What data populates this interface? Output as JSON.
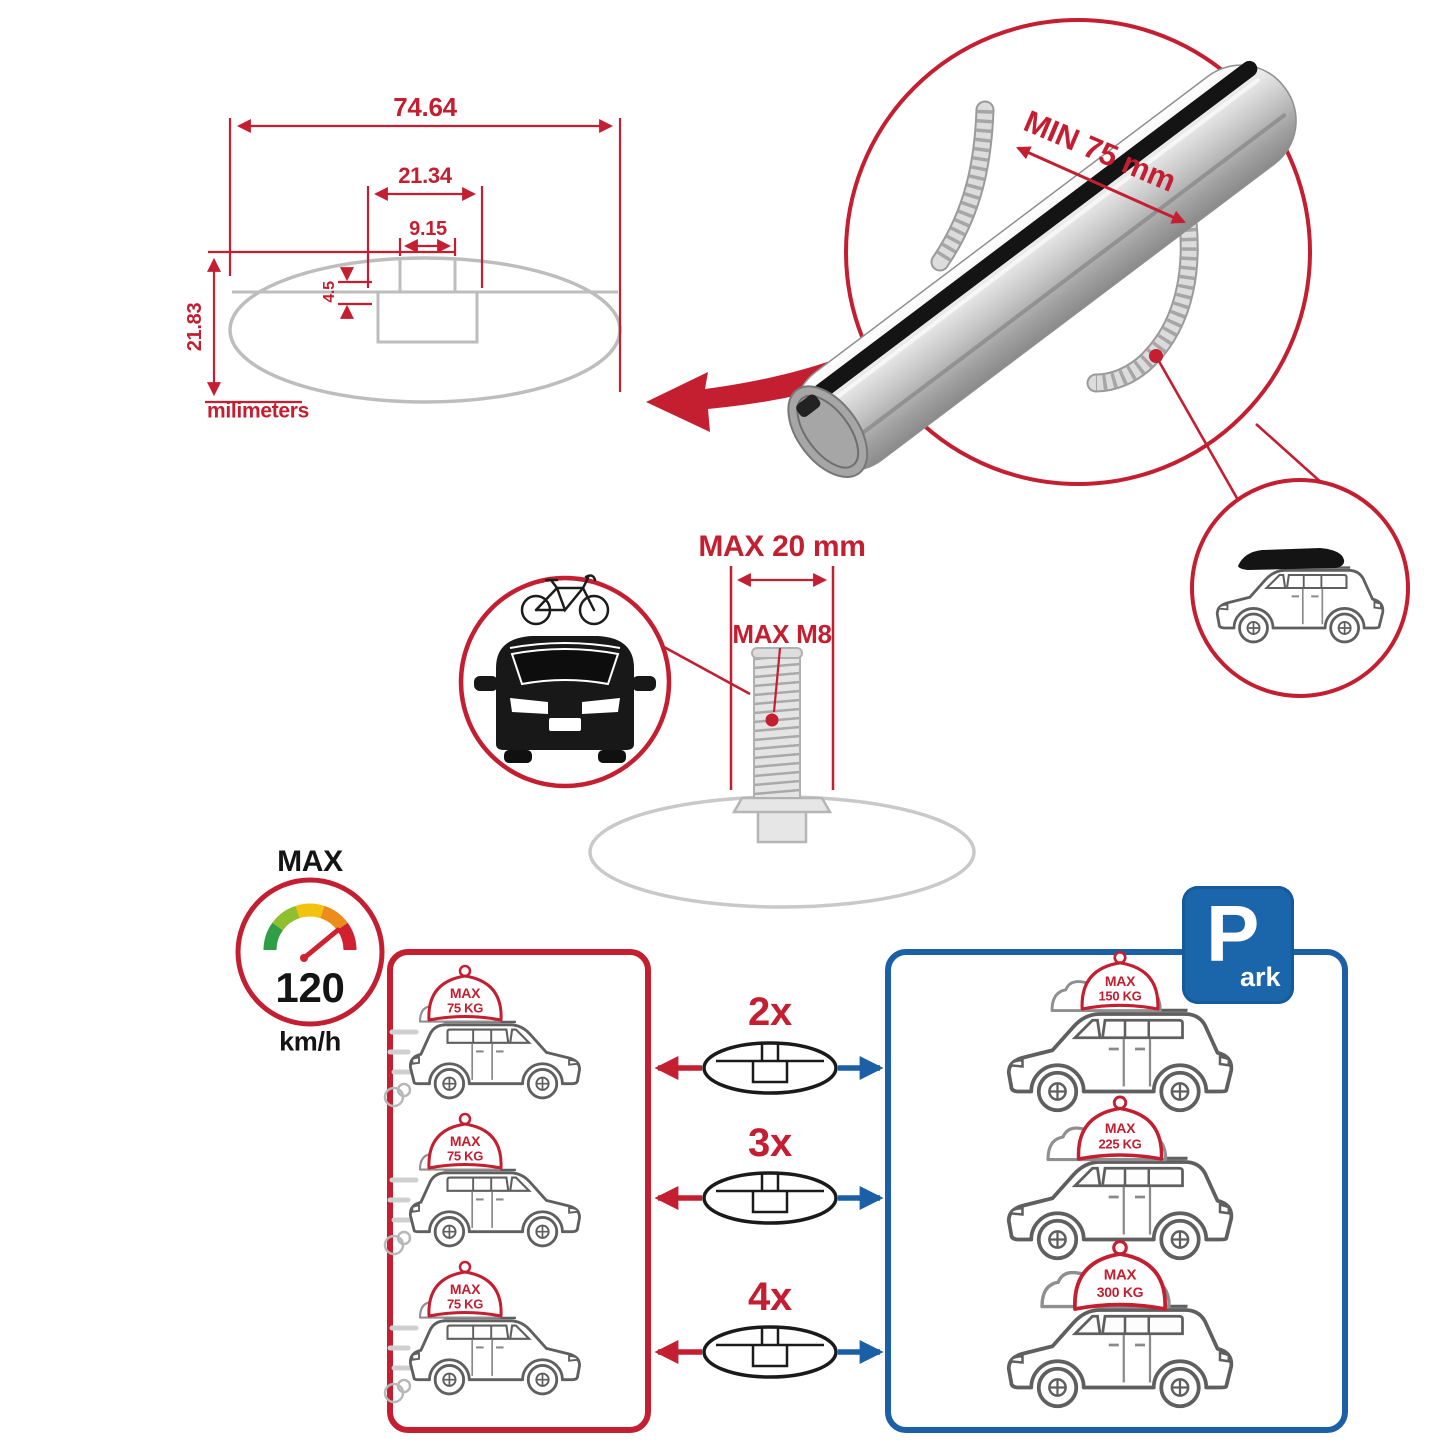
{
  "colors": {
    "red": "#c41e31",
    "blue": "#1b5fa7",
    "gray_line": "#bdbdbd",
    "silver": "#c2c2c2",
    "dark": "#1a1a1a"
  },
  "cross_section": {
    "overall_width": "74.64",
    "channel_width": "21.34",
    "slot_width": "9.15",
    "lip_depth": "4.5",
    "overall_height": "21.83",
    "units_label": "milimeters"
  },
  "clamp_detail": {
    "min_grip_label": "MIN 75 mm"
  },
  "fit_bolt": {
    "max_length_label": "MAX 20 mm",
    "max_thread_label": "MAX M8"
  },
  "speed_limit": {
    "title": "MAX",
    "value": "120",
    "unit": "km/h"
  },
  "park_sign": {
    "initial": "P",
    "suffix": "ark"
  },
  "capacity": {
    "rows": [
      {
        "multiplier": "2x",
        "driving": {
          "label": "MAX",
          "load": "75 KG"
        },
        "parked": {
          "label": "MAX",
          "load": "150 KG"
        }
      },
      {
        "multiplier": "3x",
        "driving": {
          "label": "MAX",
          "load": "75 KG"
        },
        "parked": {
          "label": "MAX",
          "load": "225 KG"
        }
      },
      {
        "multiplier": "4x",
        "driving": {
          "label": "MAX",
          "load": "75 KG"
        },
        "parked": {
          "label": "MAX",
          "load": "300 KG"
        }
      }
    ]
  }
}
